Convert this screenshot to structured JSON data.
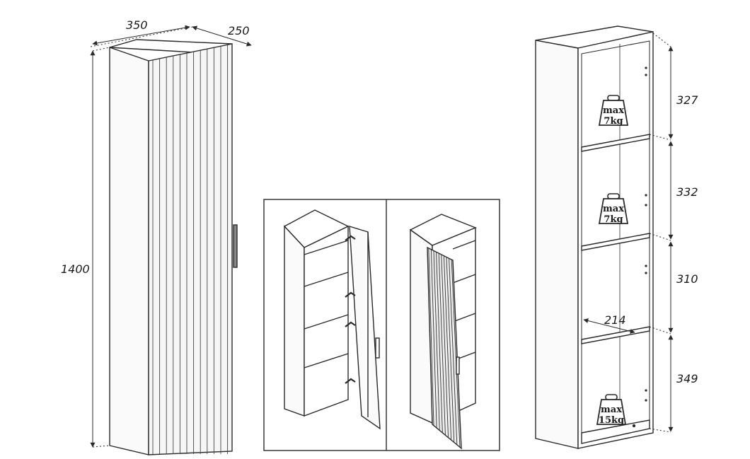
{
  "colors": {
    "line": "#2a2a2a",
    "door_face": "#f3f3f3",
    "panel_side": "#fafafa"
  },
  "dimensions": {
    "width": "350",
    "depth": "250",
    "height": "1400",
    "compartment_1": "327",
    "compartment_2": "332",
    "compartment_3": "310",
    "compartment_4": "349",
    "shelf_depth": "214"
  },
  "load_limits": [
    {
      "line1": "max",
      "line2": "7kg"
    },
    {
      "line1": "max",
      "line2": "7kg"
    },
    {
      "line1": "max",
      "line2": "15kg"
    }
  ]
}
